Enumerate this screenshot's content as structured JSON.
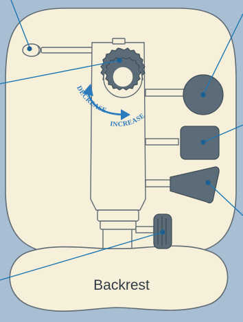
{
  "labels": {
    "decrease": "DECREASE",
    "increase": "INCREASE",
    "backrest": "Backrest"
  },
  "colors": {
    "background": "#a8bfd3",
    "panel": "#f6efd9",
    "outline": "#5f6b74",
    "callout": "#1b78b5",
    "dial_arrow": "#2a7bbd"
  }
}
